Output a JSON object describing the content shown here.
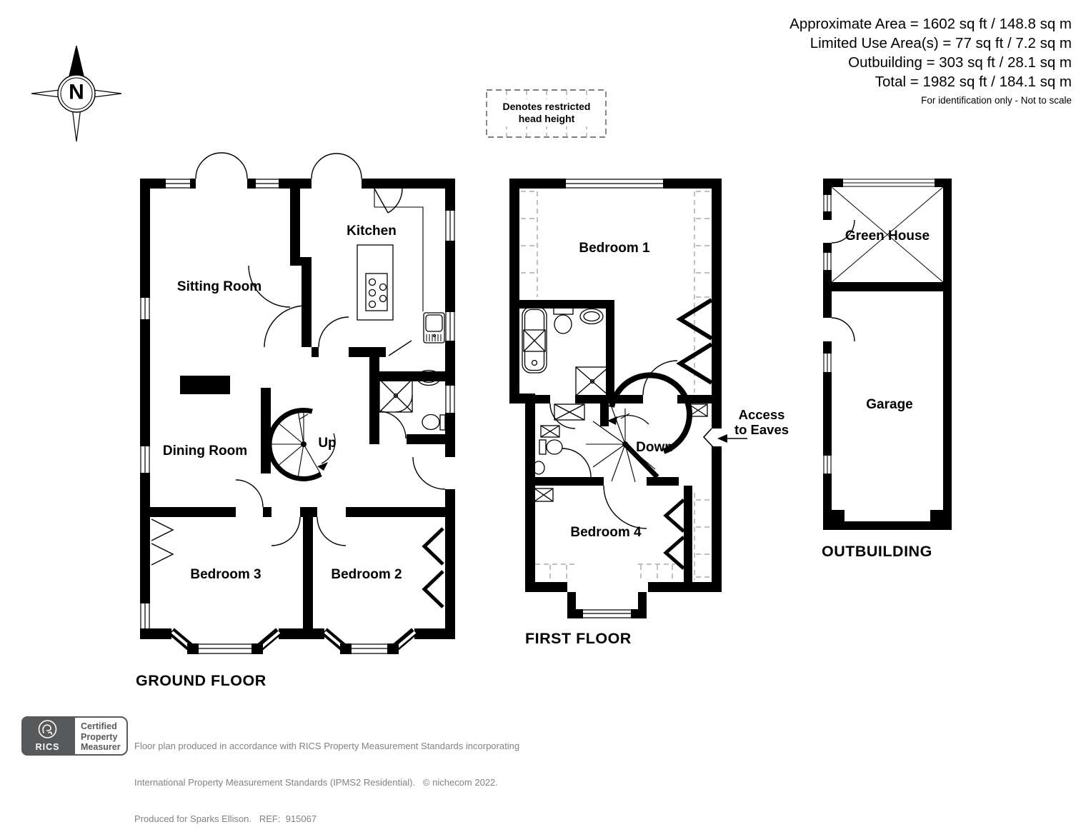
{
  "header": {
    "area_lines": [
      "Approximate Area = 1602 sq ft / 148.8 sq m",
      "Limited Use Area(s) = 77 sq ft / 7.2 sq m",
      "Outbuilding = 303 sq ft / 28.1 sq m",
      "Total = 1982 sq ft / 184.1 sq m"
    ],
    "note": "For identification only - Not to scale"
  },
  "legend": {
    "line1": "Denotes restricted",
    "line2": "head height"
  },
  "compass": {
    "north_label": "N"
  },
  "ground_floor": {
    "label": "GROUND FLOOR",
    "rooms": {
      "sitting_room": "Sitting Room",
      "kitchen": "Kitchen",
      "dining_room": "Dining Room",
      "bedroom3": "Bedroom 3",
      "bedroom2": "Bedroom 2"
    },
    "stairs": "Up"
  },
  "first_floor": {
    "label": "FIRST FLOOR",
    "rooms": {
      "bedroom1": "Bedroom 1",
      "bedroom4": "Bedroom 4"
    },
    "stairs": "Down",
    "eaves_line1": "Access",
    "eaves_line2": "to Eaves"
  },
  "outbuilding": {
    "label": "OUTBUILDING",
    "rooms": {
      "greenhouse": "Green House",
      "garage": "Garage"
    }
  },
  "footer": {
    "rics": "RICS",
    "cert_line1": "Certified",
    "cert_line2": "Property",
    "cert_line3": "Measurer",
    "disclaimer_line1": "Floor plan produced in accordance with RICS Property Measurement Standards incorporating",
    "disclaimer_line2": "International Property Measurement Standards (IPMS2 Residential).   © nichecom 2022.",
    "disclaimer_line3": "Produced for Sparks Ellison.   REF:  915067"
  },
  "colors": {
    "ink": "#000000",
    "footer_gray": "#58595B",
    "muted_text": "#808285"
  }
}
